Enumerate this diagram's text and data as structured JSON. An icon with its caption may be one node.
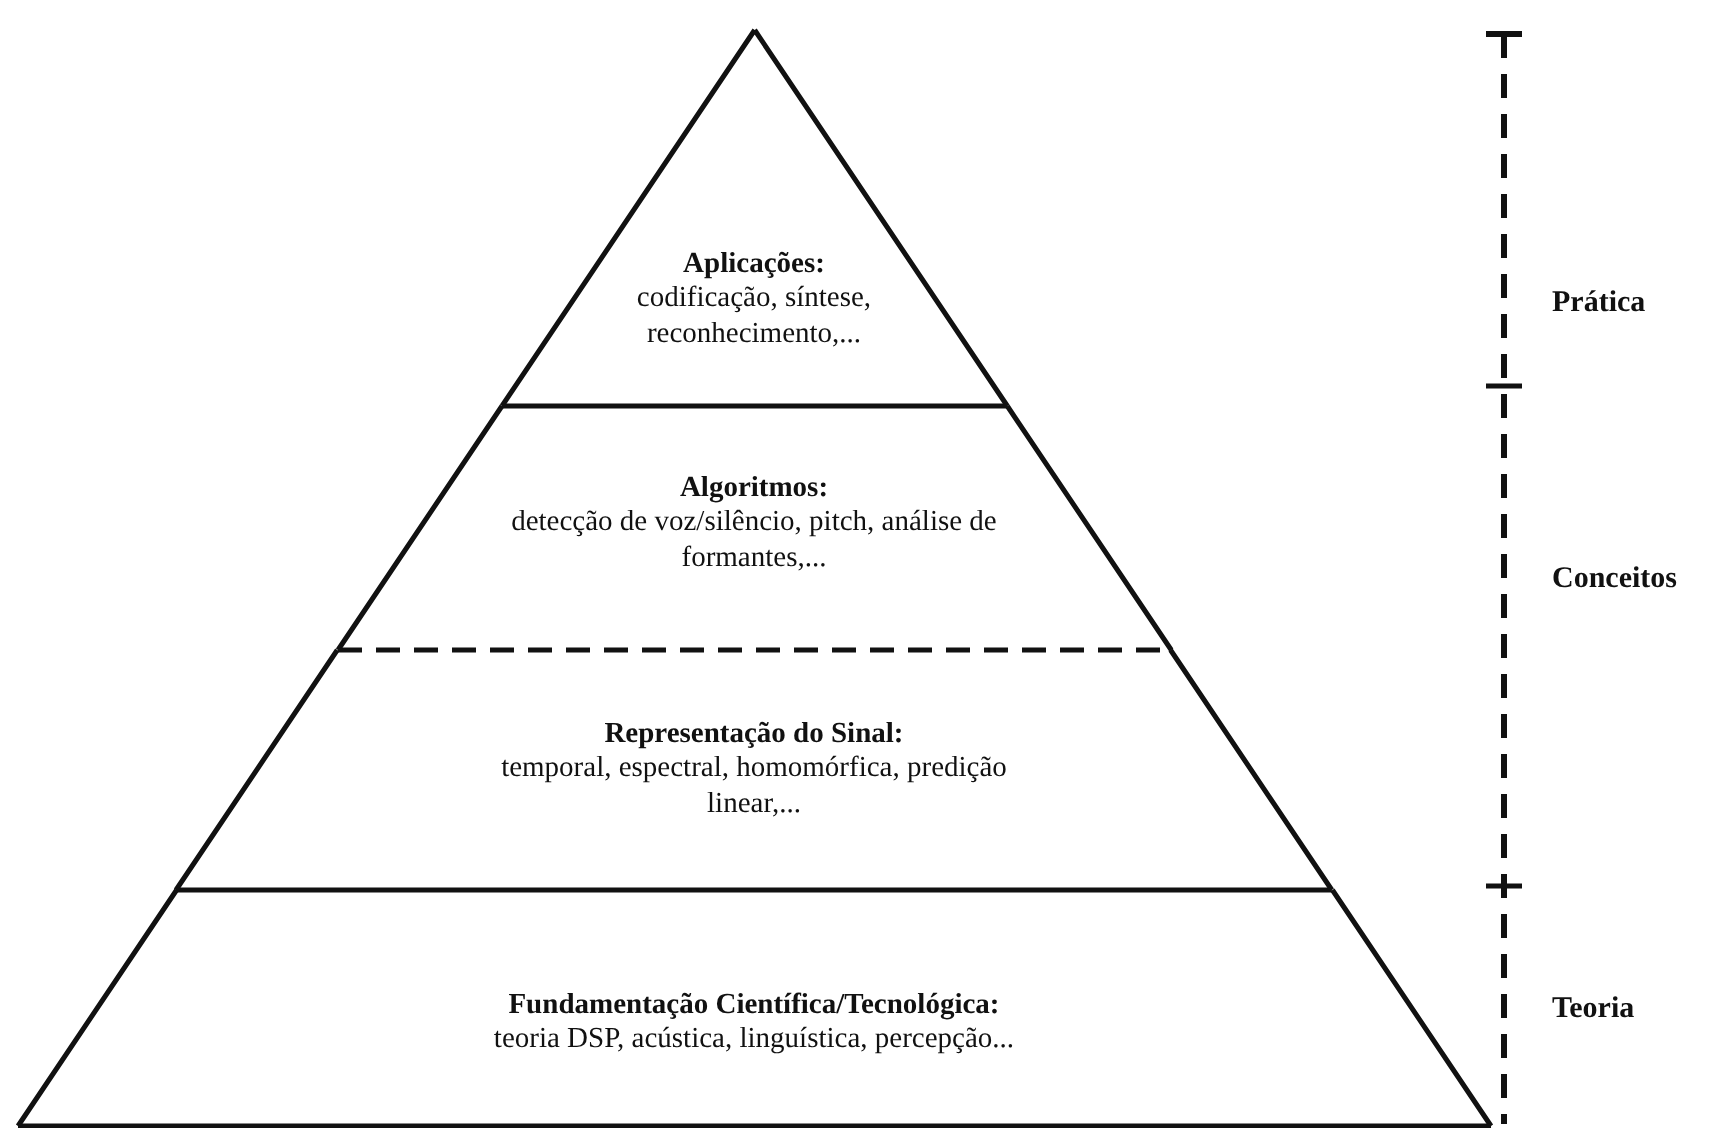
{
  "diagram": {
    "nodes": [
      {
        "text": [
          "Aplicações:",
          "codificação, síntese, reconhecimento,..."
        ]
      },
      {
        "text": [
          "Algoritmos:",
          "detecção de voz/silêncio, pitch, análise de formantes,..."
        ]
      },
      {
        "text": [
          "Representação do Sinal:",
          "temporal, espectral, homomórfica, predição linear,..."
        ]
      },
      {
        "text": [
          "Fundamentação Científica/Tecnológica:",
          "teoria DSP, acústica, linguística, percepção..."
        ]
      }
    ],
    "labels": [
      "Prática",
      "Conceitos",
      "Teoria"
    ]
  }
}
